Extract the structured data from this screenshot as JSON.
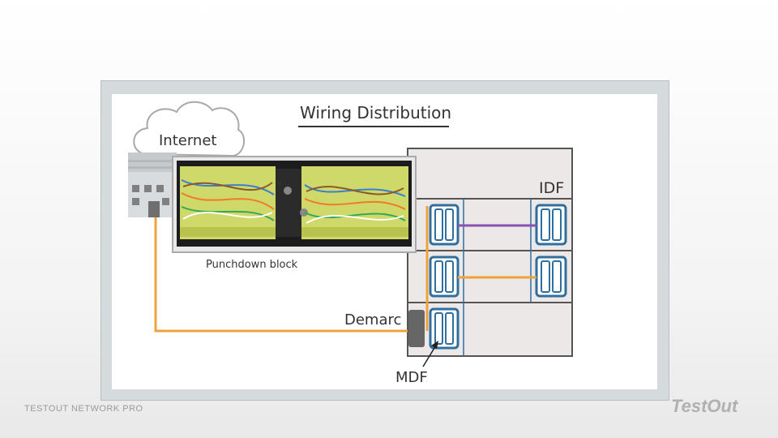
{
  "slide": {
    "title": "Wiring Distribution",
    "footer": "TESTOUT NETWORK PRO",
    "logo": "TestOut"
  },
  "diagram": {
    "labels": {
      "internet": "Internet",
      "idf": "IDF",
      "punchdown": "Punchdown block",
      "demarc": "Demarc",
      "mdf": "MDF"
    },
    "icons": {
      "cloud": "cloud-icon",
      "building": "building-icon",
      "punchdown_photo": "punchdown-block-photo",
      "rack": "rack-cabinet"
    },
    "colors": {
      "orange_cable": "#f0a23a",
      "purple_cable": "#8a52b0",
      "patch_panel": "#2f6f9f",
      "rack_border": "#555555",
      "rack_fill": "#ece8e8",
      "demarc_box": "#666666"
    }
  }
}
